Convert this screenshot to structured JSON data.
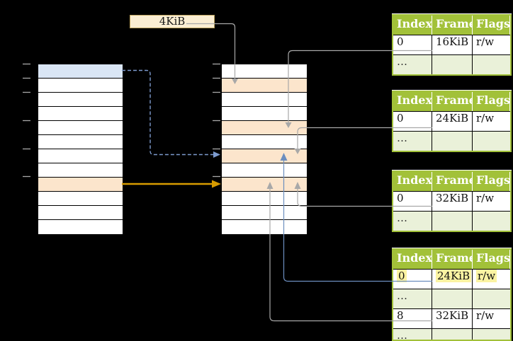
{
  "colors": {
    "bg": "#000000",
    "green": "#a2c139",
    "green-light": "#eaf1d9",
    "blue-cell": "#dae6f5",
    "peach": "#fce5cc",
    "cream": "#fbeed3",
    "cream-border": "#bda35f",
    "hl": "#fbf3a2",
    "grey": "#a8a8a8",
    "blue": "#6c8ebf",
    "blue-dash": "#7d9bce",
    "orange": "#d79b00",
    "ink": "#1a1a1a"
  },
  "frame_size_label": "4KiB",
  "memory_columns": {
    "left": {
      "rows": [
        "blue",
        "white",
        "white",
        "white",
        "white",
        "white",
        "white",
        "white",
        "peach",
        "white",
        "white",
        "white"
      ]
    },
    "middle": {
      "rows": [
        "white",
        "peach",
        "white",
        "white",
        "peach",
        "white",
        "peach",
        "white",
        "peach",
        "white",
        "white",
        "white"
      ]
    }
  },
  "page_tables": [
    {
      "headers": [
        "Index",
        "Frame",
        "Flags"
      ],
      "rows": [
        {
          "kind": "data",
          "cells": [
            "0",
            "16KiB",
            "r/w"
          ]
        },
        {
          "kind": "dots",
          "cells": [
            "…",
            "",
            ""
          ]
        }
      ]
    },
    {
      "headers": [
        "Index",
        "Frame",
        "Flags"
      ],
      "rows": [
        {
          "kind": "data",
          "cells": [
            "0",
            "24KiB",
            "r/w"
          ]
        },
        {
          "kind": "dots",
          "cells": [
            "…",
            "",
            ""
          ]
        }
      ]
    },
    {
      "headers": [
        "Index",
        "Frame",
        "Flags"
      ],
      "rows": [
        {
          "kind": "data",
          "cells": [
            "0",
            "32KiB",
            "r/w"
          ]
        },
        {
          "kind": "dots",
          "cells": [
            "…",
            "",
            ""
          ]
        }
      ]
    },
    {
      "headers": [
        "Index",
        "Frame",
        "Flags"
      ],
      "rows": [
        {
          "kind": "data",
          "cells": [
            "0",
            "24KiB",
            "r/w"
          ],
          "cell_class": "hl"
        },
        {
          "kind": "dots",
          "cells": [
            "…",
            "",
            ""
          ]
        },
        {
          "kind": "data",
          "cells": [
            "8",
            "32KiB",
            "r/w"
          ]
        },
        {
          "kind": "dots",
          "cells": [
            "…",
            "",
            ""
          ]
        }
      ]
    }
  ],
  "arrows": [
    {
      "from": "4KiB label",
      "to": "frame column row 2",
      "style": "grey"
    },
    {
      "from": "page table 1 entry 0 (16KiB)",
      "to": "frame column row 5",
      "style": "grey"
    },
    {
      "from": "page table 2 entry 0 (24KiB)",
      "to": "frame column row 7",
      "style": "grey"
    },
    {
      "from": "page table 3 entry 0 (32KiB)",
      "to": "frame column row 9",
      "style": "grey"
    },
    {
      "from": "page table 4 entry 0 (24KiB)",
      "to": "frame column row 7",
      "style": "blue"
    },
    {
      "from": "page table 4 entry 8 (32KiB)",
      "to": "frame column row 9",
      "style": "grey"
    },
    {
      "from": "left column row 1 (blue page)",
      "to": "frame column row 7",
      "style": "blue-dashed"
    },
    {
      "from": "left column row 9 (peach page)",
      "to": "frame column row 9",
      "style": "orange"
    }
  ]
}
